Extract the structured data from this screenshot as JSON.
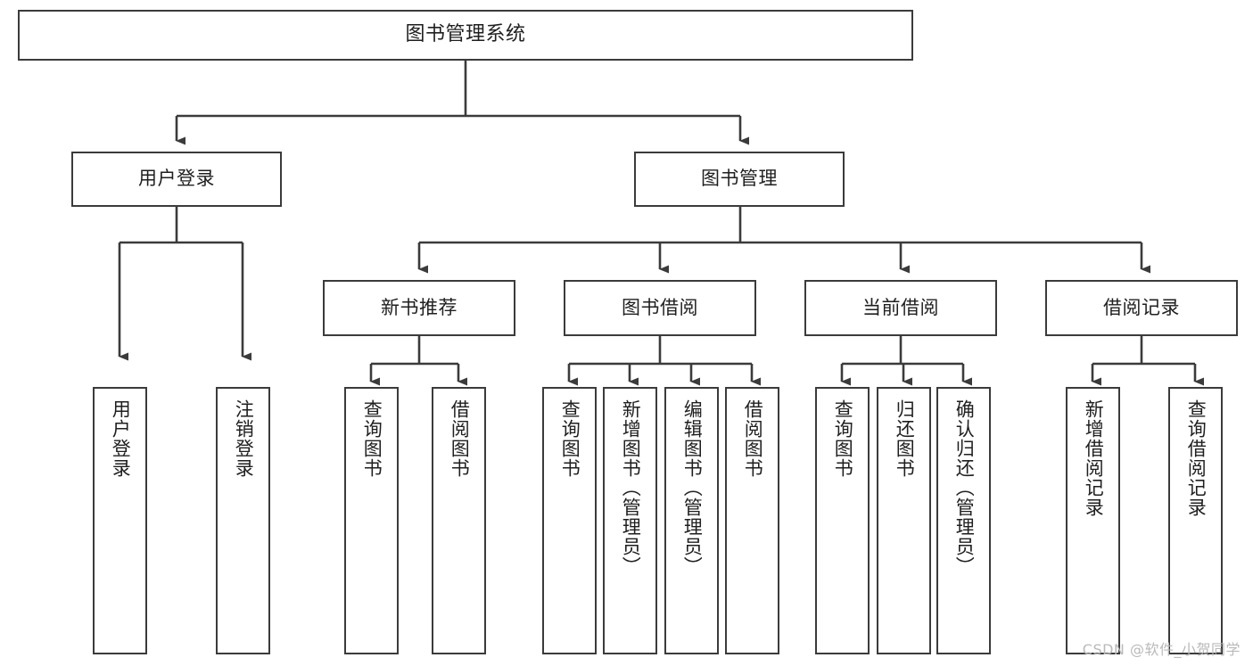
{
  "diagram": {
    "title": "图书管理系统",
    "watermark": "CSDN @软件_小贺同学",
    "stroke_color": "#3b3b3b",
    "fill_color": "#ffffff",
    "text_color": "#1f1f1f"
  },
  "nodes": {
    "root": {
      "label": "图书管理系统"
    },
    "level2": [
      {
        "label": "用户登录"
      },
      {
        "label": "图书管理"
      }
    ],
    "level3": [
      {
        "label": "新书推荐"
      },
      {
        "label": "图书借阅"
      },
      {
        "label": "当前借阅"
      },
      {
        "label": "借阅记录"
      }
    ],
    "leaves": {
      "user_login": [
        {
          "label": "用户登录"
        },
        {
          "label": "注销登录"
        }
      ],
      "new_book": [
        {
          "label": "查询图书"
        },
        {
          "label": "借阅图书"
        }
      ],
      "book_borrow": [
        {
          "label": "查询图书"
        },
        {
          "label": "新增图书（管理员）"
        },
        {
          "label": "编辑图书（管理员）"
        },
        {
          "label": "借阅图书"
        }
      ],
      "current_borrow": [
        {
          "label": "查询图书"
        },
        {
          "label": "归还图书"
        },
        {
          "label": "确认归还（管理员）"
        }
      ],
      "borrow_record": [
        {
          "label": "新增借阅记录"
        },
        {
          "label": "查询借阅记录"
        }
      ]
    }
  }
}
